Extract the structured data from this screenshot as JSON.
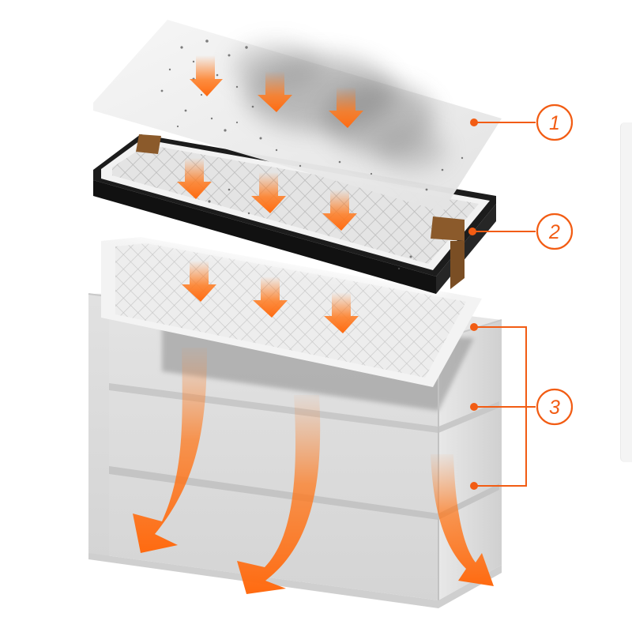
{
  "callouts": [
    {
      "number": "1"
    },
    {
      "number": "2"
    },
    {
      "number": "3"
    }
  ],
  "colors": {
    "accent": "#f25c13",
    "arrow": "#ff7a1f",
    "frame": "#1c1c1c",
    "tab": "#8b5a2b",
    "dust": "#6f6f6f",
    "case": "#d9d9d9"
  }
}
